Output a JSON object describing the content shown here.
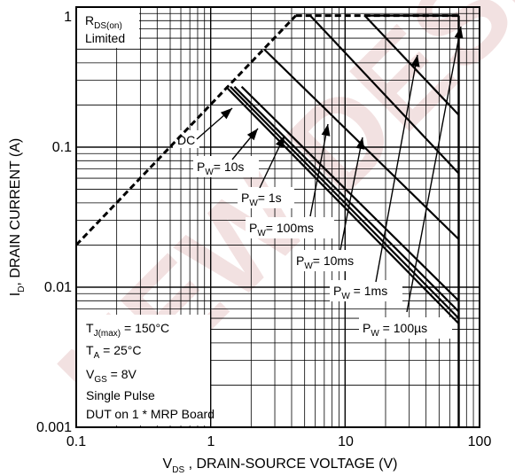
{
  "chart_data": {
    "type": "line",
    "xlabel": "V",
    "xlabel_sub": "DS",
    "xlabel_rest": " , DRAIN-SOURCE VOLTAGE (V)",
    "ylabel": "I",
    "ylabel_sub": "D",
    "ylabel_rest": ", DRAIN CURRENT (A)",
    "x_scale": "log",
    "y_scale": "log",
    "xlim": [
      0.1,
      100
    ],
    "ylim": [
      0.001,
      1
    ],
    "grid": true,
    "x_ticks": [
      "0.1",
      "1",
      "10",
      "100"
    ],
    "y_ticks": [
      "0.001",
      "0.01",
      "0.1",
      "1"
    ],
    "rds_label": "R",
    "rds_sub": "DS(on)",
    "rds_limited": "Limited",
    "series": [
      {
        "name": "DC",
        "label_main": "DC",
        "label_sub": "",
        "label_rest": "",
        "points": [
          [
            1.3,
            0.27
          ],
          [
            70,
            0.0055
          ]
        ]
      },
      {
        "name": "10s",
        "label_main": "P",
        "label_sub": "W",
        "label_rest": "= 10s",
        "points": [
          [
            1.4,
            0.27
          ],
          [
            70,
            0.006
          ]
        ]
      },
      {
        "name": "1s",
        "label_main": "P",
        "label_sub": "W",
        "label_rest": "= 1s",
        "points": [
          [
            1.5,
            0.27
          ],
          [
            70,
            0.0067
          ]
        ]
      },
      {
        "name": "100ms",
        "label_main": "P",
        "label_sub": "W",
        "label_rest": "= 100ms",
        "points": [
          [
            1.7,
            0.27
          ],
          [
            70,
            0.008
          ]
        ]
      },
      {
        "name": "10ms",
        "label_main": "P",
        "label_sub": "W",
        "label_rest": "= 10ms",
        "points": [
          [
            2.5,
            0.5
          ],
          [
            70,
            0.022
          ]
        ]
      },
      {
        "name": "1ms",
        "label_main": "P",
        "label_sub": "W",
        "label_rest": " = 1ms",
        "points": [
          [
            5.5,
            0.87
          ],
          [
            70,
            0.065
          ]
        ]
      },
      {
        "name": "100us",
        "label_main": "P",
        "label_sub": "W",
        "label_rest": " = 100µs",
        "points": [
          [
            14,
            0.87
          ],
          [
            70,
            0.17
          ]
        ]
      }
    ],
    "rds_limit_line": [
      [
        0.1,
        0.02
      ],
      [
        4.3,
        0.87
      ]
    ],
    "current_limit": [
      [
        4.3,
        0.87
      ],
      [
        70,
        0.87
      ]
    ],
    "voltage_limit": [
      [
        70,
        0.87
      ],
      [
        70,
        0.001
      ]
    ],
    "annotations": {
      "tj_main": "T",
      "tj_sub": "J(max)",
      "tj_rest": " = 150°C",
      "ta_main": "T",
      "ta_sub": "A",
      "ta_rest": " = 25°C",
      "vgs_main": "V",
      "vgs_sub": "GS",
      "vgs_rest": " = 8V",
      "pulse": "Single Pulse",
      "board": "DUT on 1 * MRP Board"
    }
  },
  "watermark": "NEW DESIGN"
}
